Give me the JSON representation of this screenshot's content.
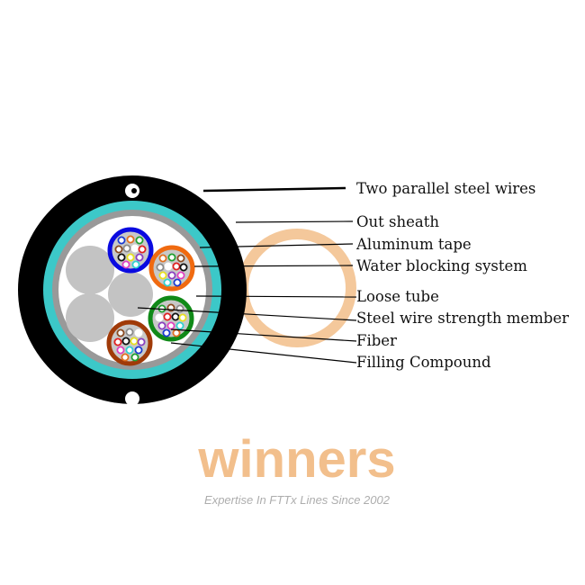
{
  "labels": [
    "Two parallel  steel  wires",
    "Out sheath",
    "Aluminum tape",
    "Water blocking system",
    "Loose tube",
    "Steel wire strength member",
    "Fiber",
    "Filling Compound"
  ],
  "watermark": {
    "brand": "winners",
    "tagline": "Expertise In FTTx Lines Since 2002"
  },
  "colors": {
    "sheath": "#000000",
    "aluminum_tape": "#3cc8c8",
    "water_blocking": "#999999",
    "filler": "#c3c3c3",
    "tubes": [
      "#0a0ae0",
      "#f06a10",
      "#108a18",
      "#a03a08"
    ],
    "fibers": [
      "#1a3ad0",
      "#e07020",
      "#20a030",
      "#8a4a20",
      "#8a8a8a",
      "#ffffff",
      "#e02020",
      "#111111",
      "#e8e020",
      "#8a40c0",
      "#e040c0",
      "#30d0d0"
    ],
    "watermark": "#f0b070"
  }
}
